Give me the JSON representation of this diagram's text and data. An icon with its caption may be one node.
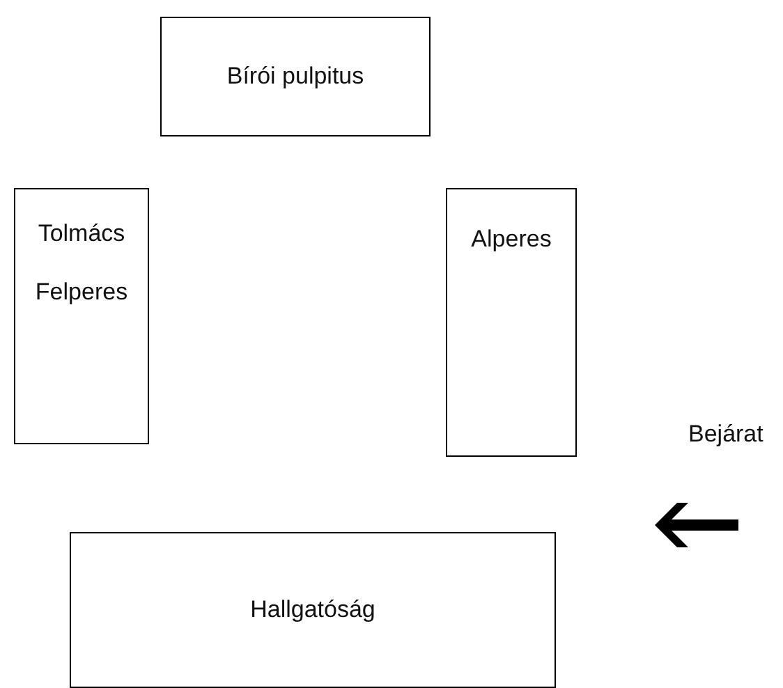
{
  "diagram": {
    "nodes": [
      {
        "text": [
          "Bírói pulpitus"
        ]
      },
      {
        "text": [
          "Tolmács",
          "Felperes"
        ]
      },
      {
        "text": [
          "Alperes"
        ]
      },
      {
        "text": [
          "Hallgatóság"
        ]
      }
    ],
    "labels": [
      "Bejárat"
    ]
  }
}
